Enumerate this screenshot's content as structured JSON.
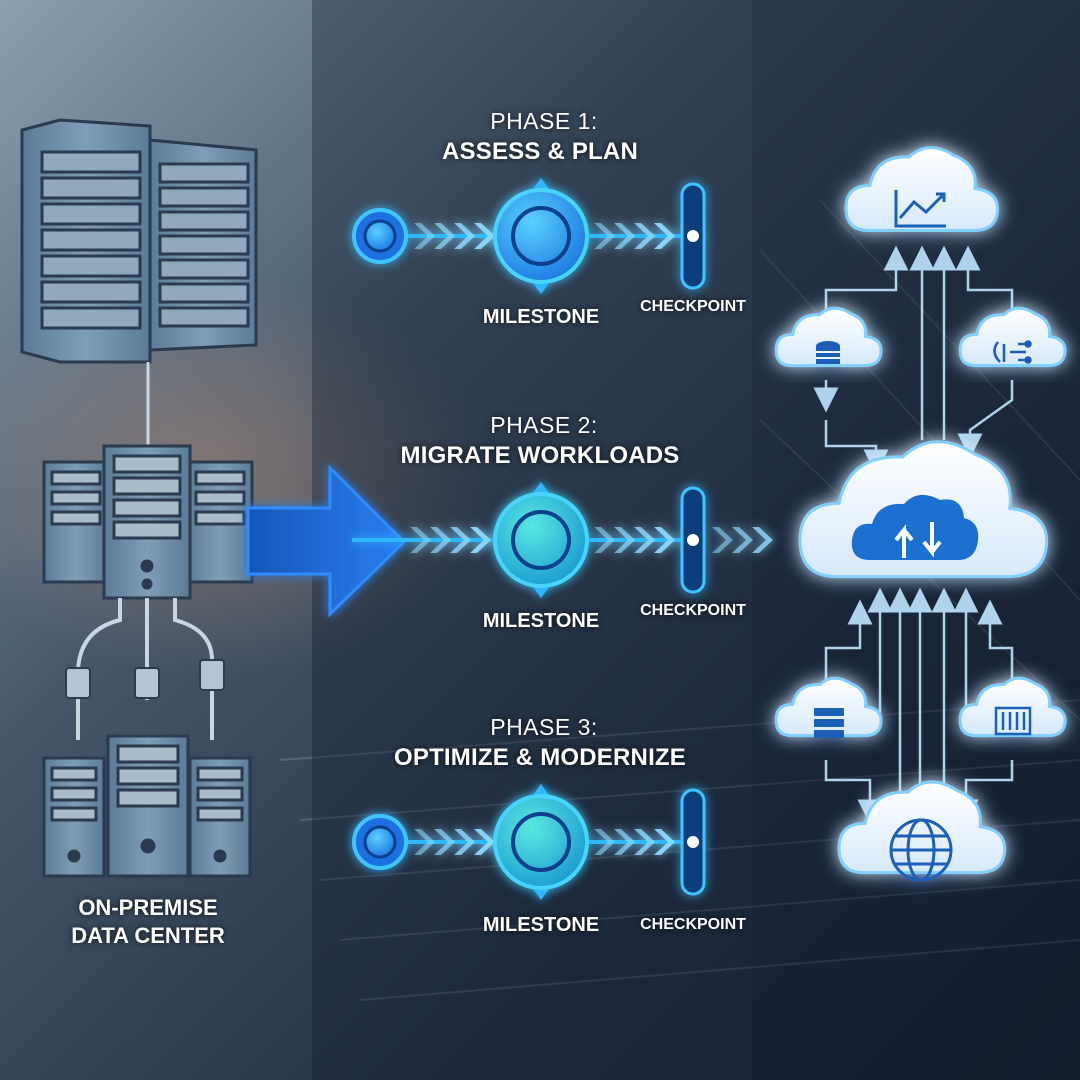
{
  "colors": {
    "glow": "#2fb8ff",
    "node_fill": "#1f8ff0",
    "node_fill_teal": "#1ec6c8",
    "arrow_blue": "#1d6fe0",
    "server_fill": "#6f8ea8",
    "cloud_fill": "#eef6ff"
  },
  "phases": [
    {
      "number": "PHASE 1:",
      "title": "ASSESS & PLAN",
      "milestone": "MILESTONE",
      "checkpoint": "CHECKPOINT"
    },
    {
      "number": "PHASE 2:",
      "title": "MIGRATE WORKLOADS",
      "milestone": "MILESTONE",
      "checkpoint": "CHECKPOINT"
    },
    {
      "number": "PHASE 3:",
      "title": "OPTIMIZE & MODERNIZE",
      "milestone": "MILESTONE",
      "checkpoint": "CHECKPOINT"
    }
  ],
  "data_center": {
    "line1": "ON-PREMISE",
    "line2": "DATA CENTER"
  },
  "cloud_icons": {
    "top": "chart-growth-icon",
    "upper_left": "database-icon",
    "upper_right": "circuit-icon",
    "center": "upload-download-icon",
    "lower_left": "server-rack-icon",
    "lower_right": "container-icon",
    "bottom": "globe-icon"
  }
}
